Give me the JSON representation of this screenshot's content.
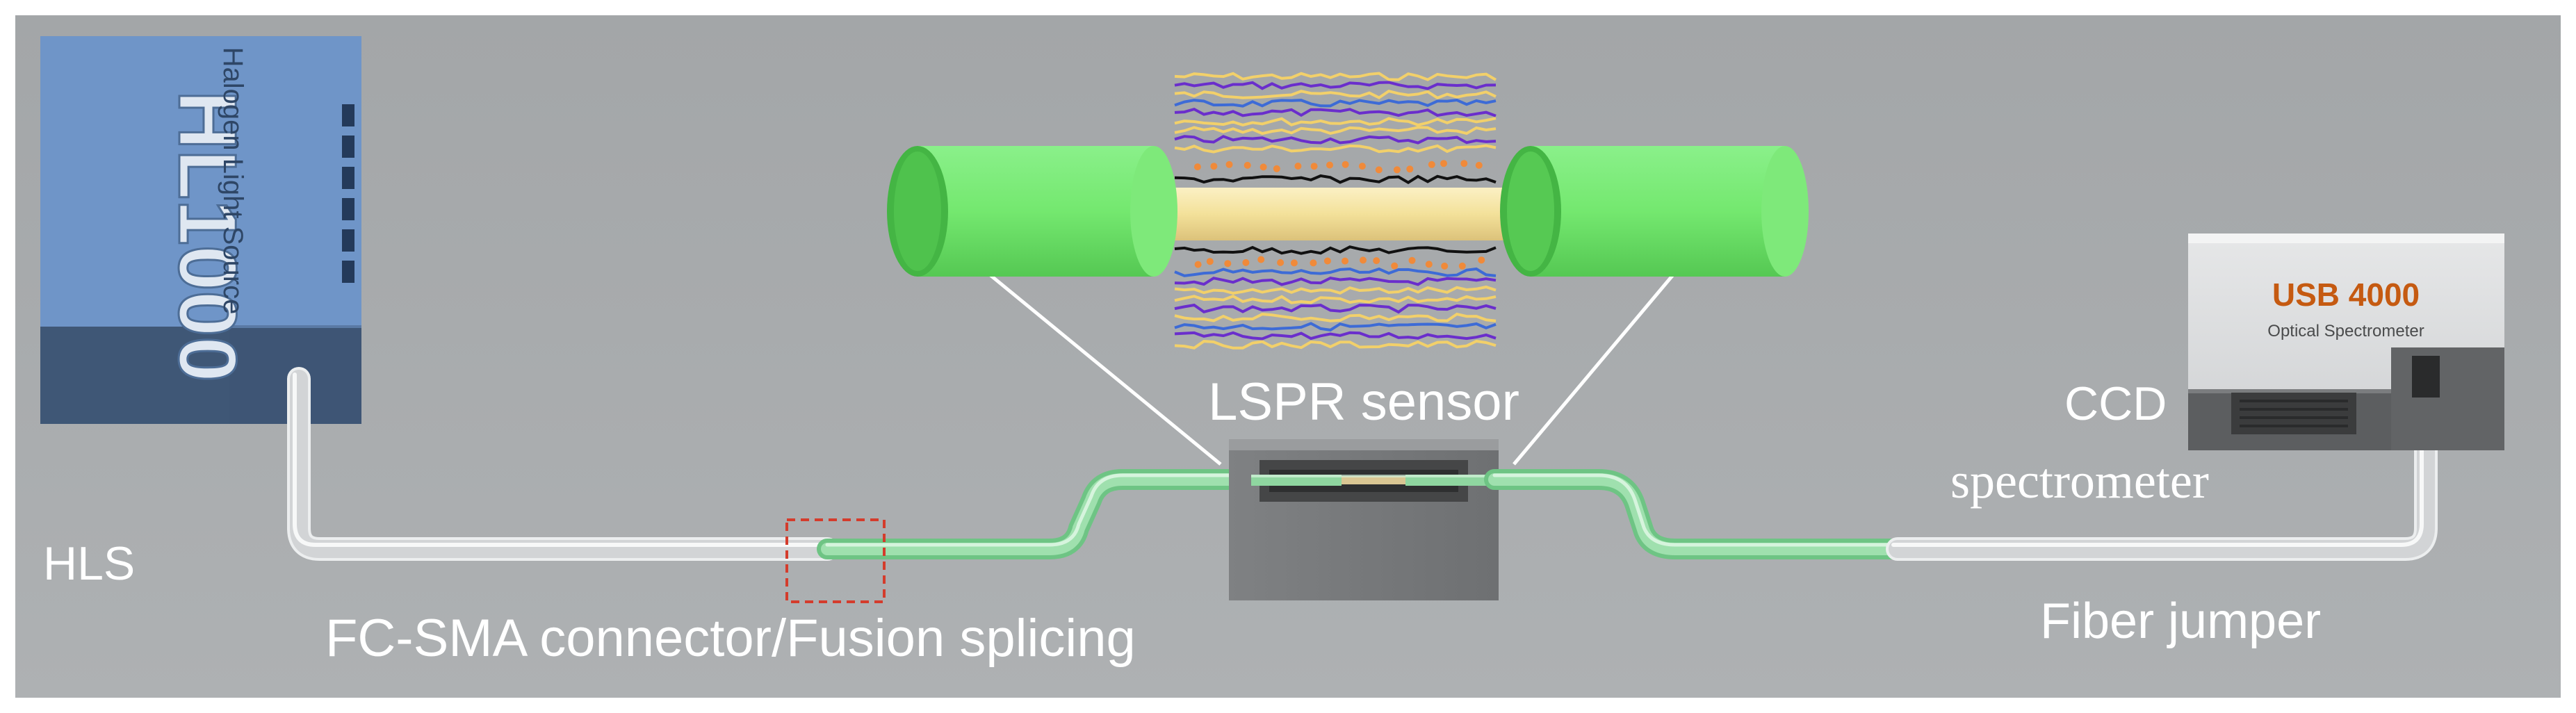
{
  "light_source": {
    "model": "HL1000",
    "subtitle": "Halogen Light Source",
    "label": "HLS"
  },
  "spectrometer": {
    "model": "USB 4000",
    "subtitle": "Optical Spectrometer",
    "label_line1": "CCD",
    "label_line2": "spectrometer"
  },
  "sensor": {
    "label": "LSPR sensor"
  },
  "connector": {
    "label": "FC-SMA connector/Fusion splicing"
  },
  "jumper": {
    "label": "Fiber jumper"
  },
  "colors": {
    "background": "#a6a9ab",
    "light_source_body": "#6f95c8",
    "fiber_gray": "#d2d4d6",
    "fiber_green": "#8fd6a0",
    "cylinder_green": "#6ee46a",
    "core_yellow": "#f4e3a0",
    "wave_purple": "#6a2ecc",
    "wave_yellow": "#f2d06a",
    "wave_blue": "#3d6bd6",
    "dot_orange": "#f08a3a",
    "dashed_box": "#d43c2c",
    "spectrometer_brand": "#c55a11"
  }
}
